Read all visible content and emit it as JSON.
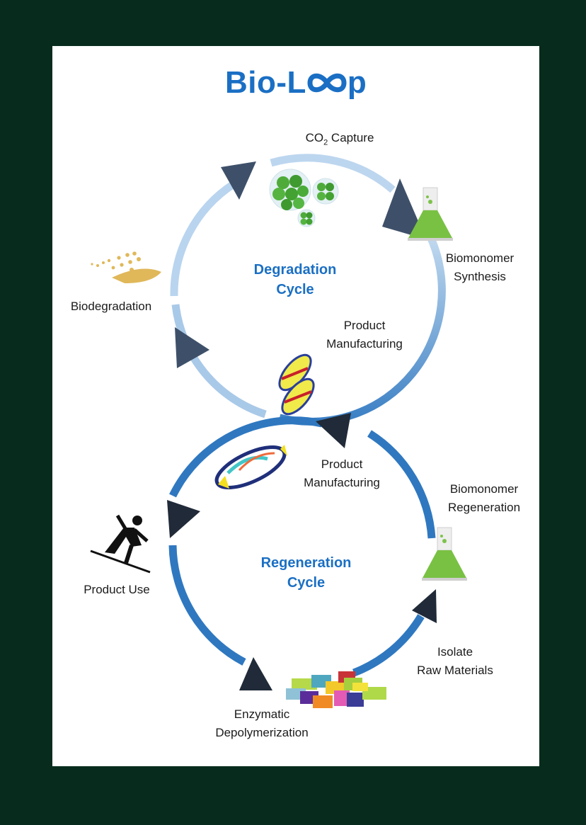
{
  "title": {
    "prefix": "Bio-L",
    "loop_glyph": "infinity-icon",
    "suffix": "p"
  },
  "colors": {
    "background": "#072c1d",
    "panel": "#ffffff",
    "title_blue": "#1a6fc4",
    "degradation_loop": "#b7d3ec",
    "regeneration_loop": "#2f78c0",
    "arrow_head": "#2b3a50",
    "label_text": "#1b1b1b"
  },
  "cycles": {
    "degradation": {
      "line1": "Degradation",
      "line2": "Cycle"
    },
    "regeneration": {
      "line1": "Regeneration",
      "line2": "Cycle"
    }
  },
  "steps": {
    "co2_capture": {
      "prefix": "CO",
      "sub": "2",
      "suffix": " Capture",
      "icon": "algae-cells-icon"
    },
    "biomonomer_synthesis": {
      "line1": "Biomonomer",
      "line2": "Synthesis",
      "icon": "flask-icon"
    },
    "product_manufacturing_top": {
      "line1": "Product",
      "line2": "Manufacturing",
      "icon": "flip-flops-icon"
    },
    "biodegradation": {
      "line1": "Biodegradation",
      "icon": "dissolving-powder-icon"
    },
    "product_manufacturing_bottom": {
      "line1": "Product",
      "line2": "Manufacturing",
      "icon": "surfboard-icon"
    },
    "biomonomer_regeneration": {
      "line1": "Biomonomer",
      "line2": "Regeneration",
      "icon": "flask-icon"
    },
    "product_use": {
      "line1": "Product Use",
      "icon": "surfer-icon"
    },
    "enzymatic_depolymerization": {
      "line1": "Enzymatic",
      "line2": "Depolymerization",
      "icon": "building-blocks-icon"
    },
    "isolate_raw_materials": {
      "line1": "Isolate",
      "line2": "Raw Materials"
    }
  }
}
